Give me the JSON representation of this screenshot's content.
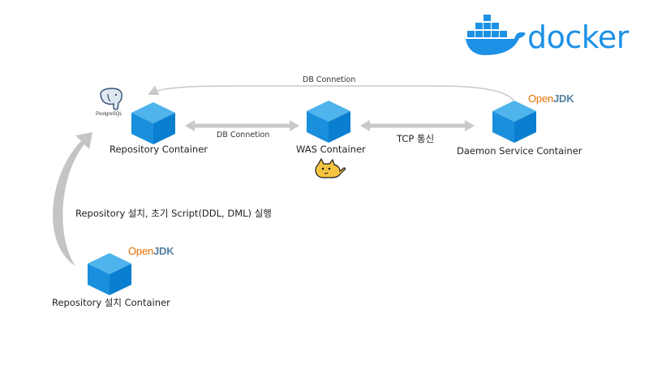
{
  "logos": {
    "docker": "docker",
    "postgres": "PostgreSQL",
    "openjdk_open": "Open",
    "openjdk_jdk": "JDK"
  },
  "nodes": {
    "repository": "Repository Container",
    "was": "WAS Container",
    "daemon": "Daemon Service Container",
    "installer": "Repository 설치 Container"
  },
  "edges": {
    "top_db_connection": "DB Connetion",
    "mid_db_connection": "DB Connetion",
    "tcp": "TCP 통신",
    "install": "Repository 설치, 초기 Script(DDL, DML) 실행"
  },
  "colors": {
    "cube_top": "#4fb3ec",
    "cube_left": "#1a8fdc",
    "cube_right": "#0b7fcf",
    "arrow": "#c9c9c9",
    "docker_blue": "#1d91e6"
  }
}
